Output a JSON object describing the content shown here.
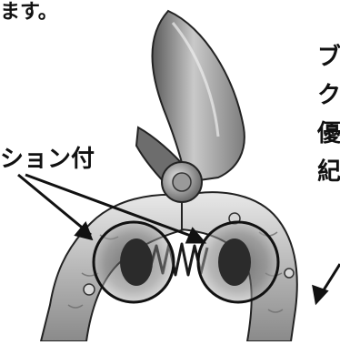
{
  "caption_top": "ます。",
  "callout_left": "ション付",
  "callout_right_chars": [
    "ブ",
    "ク",
    "優",
    "紀"
  ]
}
